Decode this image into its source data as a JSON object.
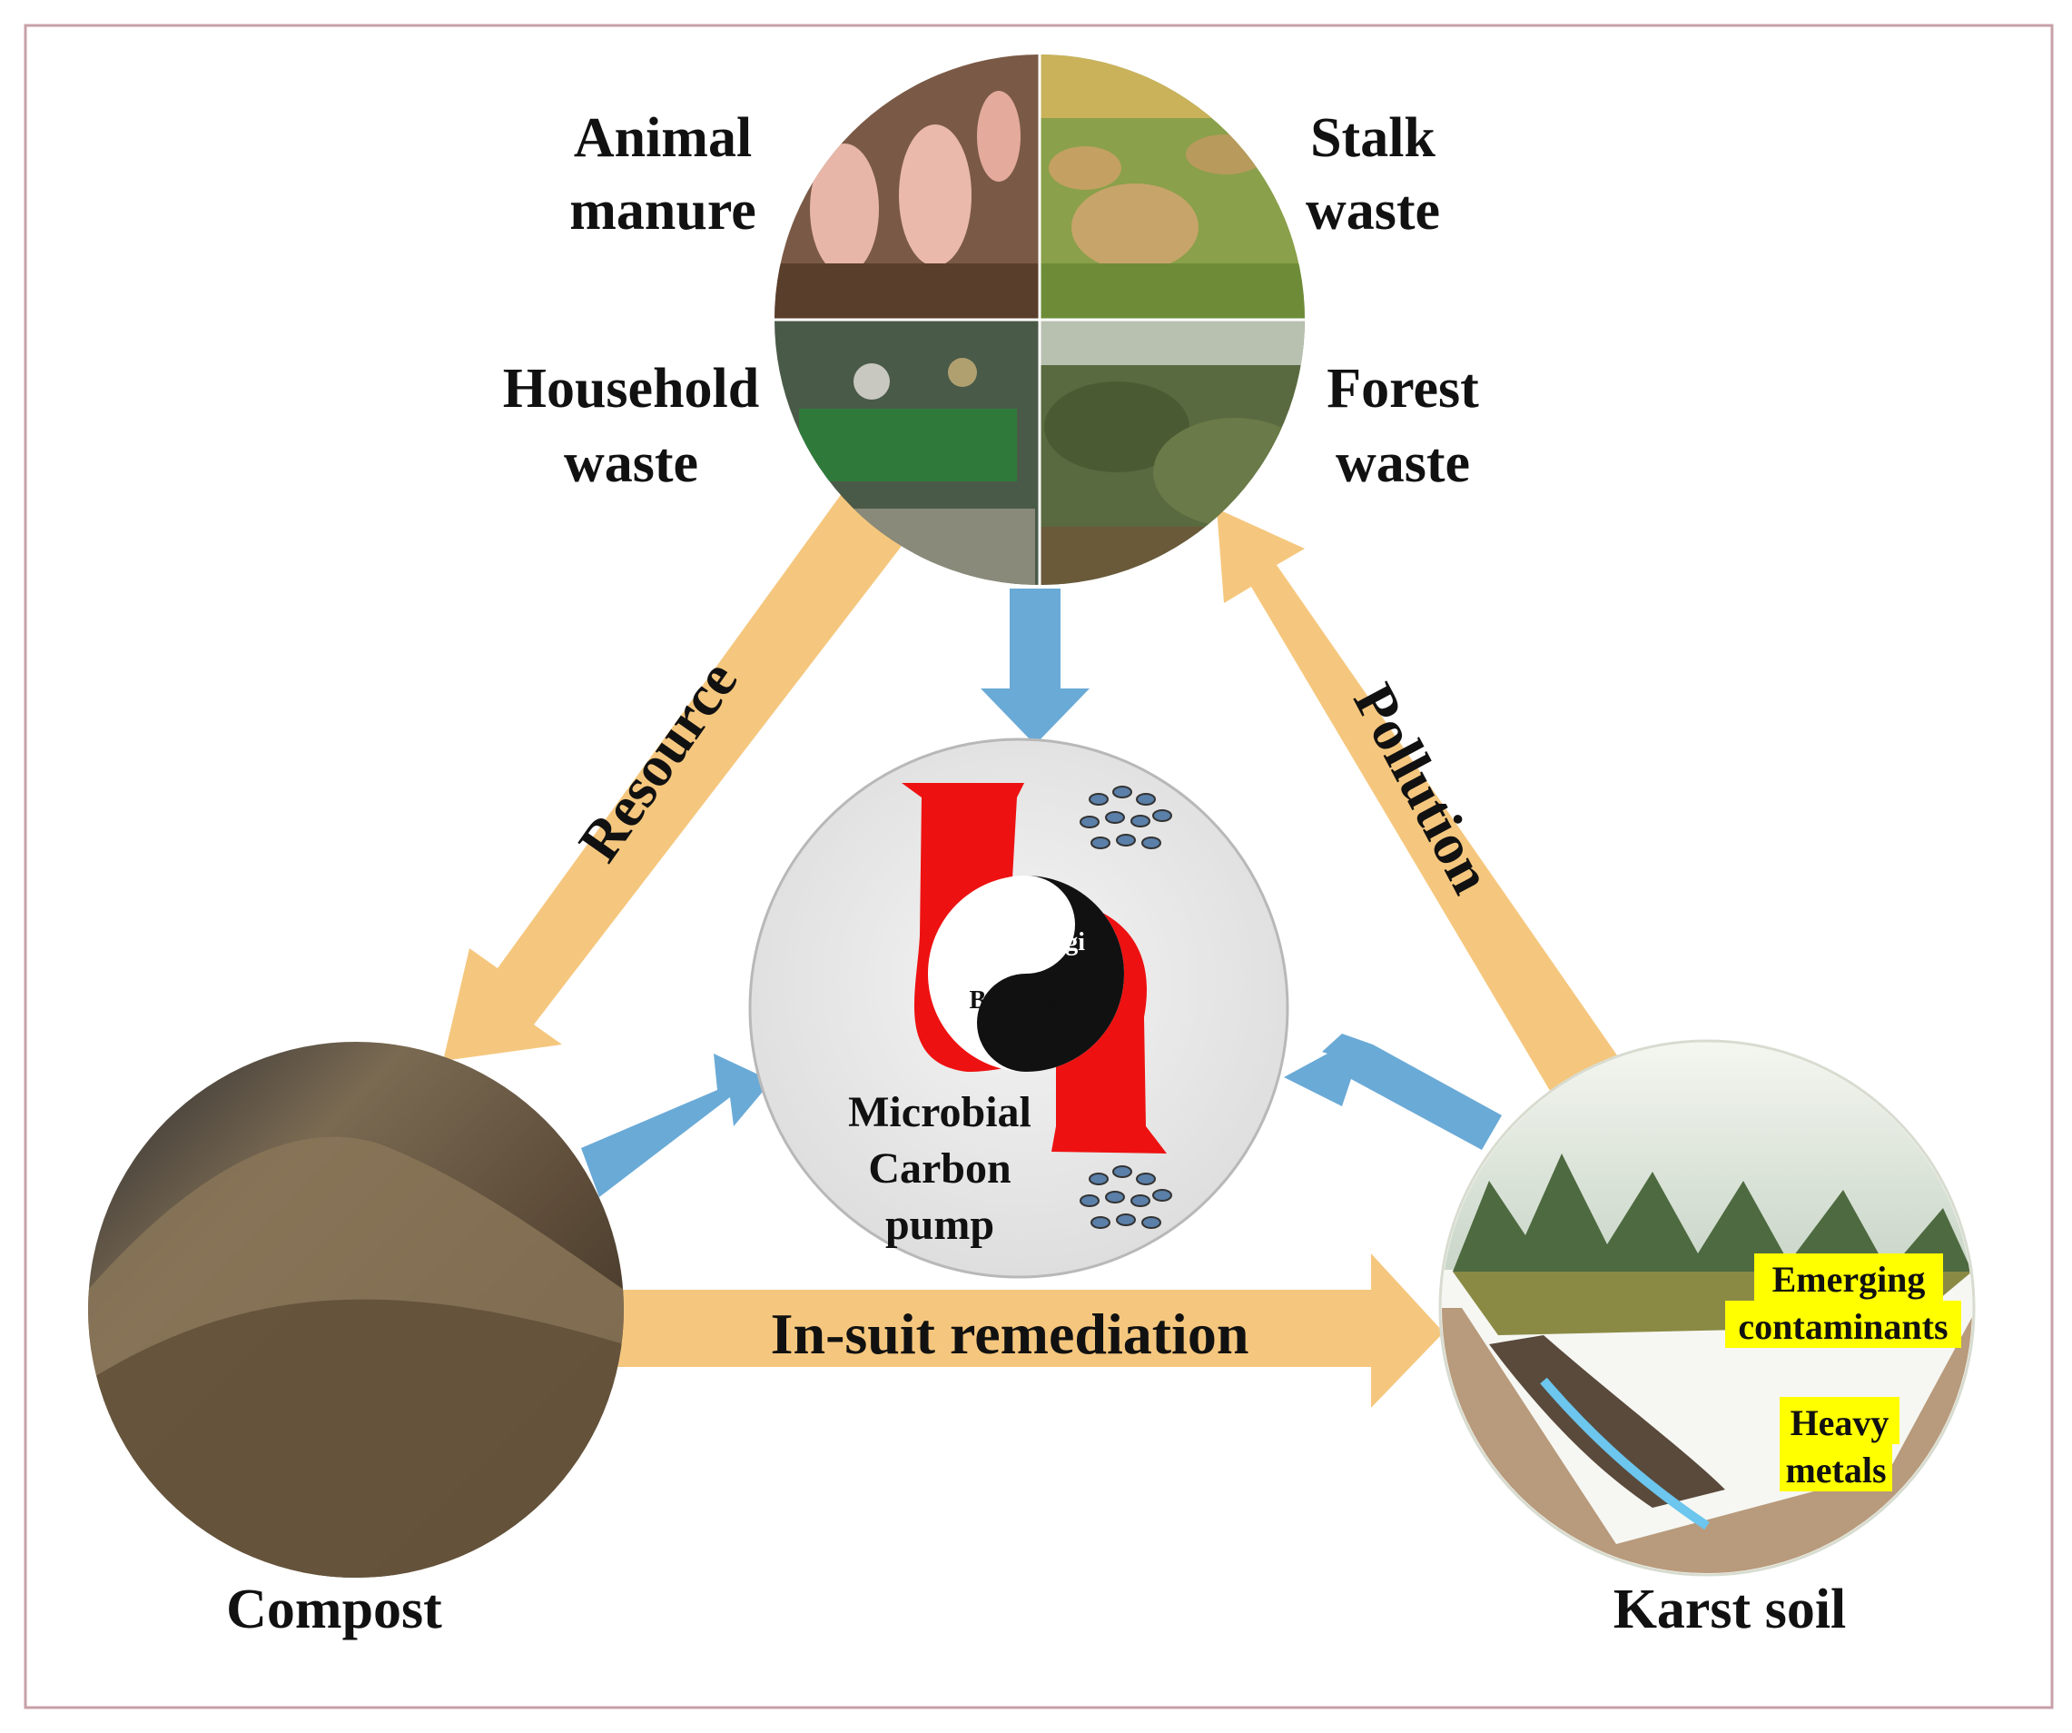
{
  "sources": {
    "animal_manure": [
      "Animal",
      "manure"
    ],
    "stalk_waste": [
      "Stalk",
      "waste"
    ],
    "household_waste": [
      "Household",
      "waste"
    ],
    "forest_waste": [
      "Forest",
      "waste"
    ]
  },
  "flows": {
    "resource": "Resource",
    "pollution": "Pollution",
    "remediation": "In-suit remediation"
  },
  "pump": {
    "fungi": "Fungi",
    "bacteria": "Bacteria",
    "title": [
      "Microbial",
      "Carbon",
      "pump"
    ]
  },
  "nodes": {
    "compost": "Compost",
    "karst_soil": "Karst soil"
  },
  "contaminants": {
    "emerging": [
      "Emerging",
      "contaminants"
    ],
    "heavy_metals": [
      "Heavy",
      "metals"
    ]
  },
  "colors": {
    "orange_arrow": "#f5c77e",
    "blue_arrow": "#6aaad6",
    "pump_red": "#ee1111",
    "highlight": "#ffff00",
    "frame": "#c8a0a8"
  }
}
